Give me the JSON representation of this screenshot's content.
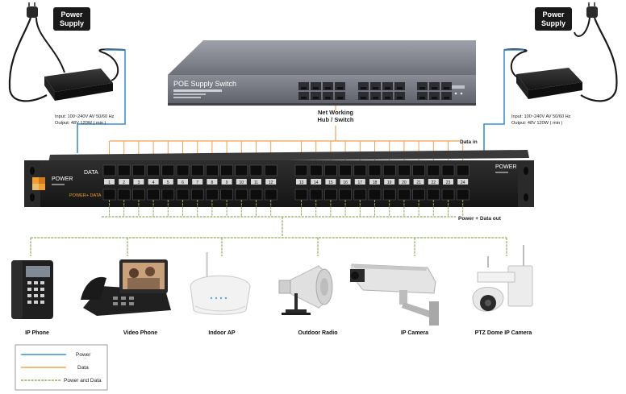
{
  "power_supply": {
    "label_line1": "Power",
    "label_line2": "Supply",
    "input_spec": "Input: 100~240V AV 50/60 Hz",
    "output_spec": "Output: 48V 120W ( min )"
  },
  "switch": {
    "label": "POE Supply Switch",
    "caption_line1": "Net Working",
    "caption_line2": "Hub / Switch"
  },
  "panel": {
    "left_label": "POWER",
    "right_label": "POWER",
    "data_label": "DATA",
    "power_data_label": "POWER+ DATA",
    "data_in_label": "Data in",
    "power_data_out_label": "Power + Data out",
    "port_numbers_left": [
      "1",
      "2",
      "3",
      "4",
      "5",
      "6",
      "7",
      "8",
      "9",
      "10",
      "11",
      "12"
    ],
    "port_numbers_right": [
      "13",
      "14",
      "15",
      "16",
      "17",
      "18",
      "19",
      "20",
      "21",
      "22",
      "23",
      "24"
    ]
  },
  "devices": [
    {
      "label": "IP Phone",
      "icon": "ip-phone-icon"
    },
    {
      "label": "Video Phone",
      "icon": "video-phone-icon"
    },
    {
      "label": "Indoor AP",
      "icon": "indoor-ap-icon"
    },
    {
      "label": "Outdoor Radio",
      "icon": "outdoor-radio-icon"
    },
    {
      "label": "IP Camera",
      "icon": "ip-camera-icon"
    },
    {
      "label": "PTZ Dome IP Camera",
      "icon": "ptz-dome-camera-icon"
    }
  ],
  "legend": [
    {
      "label": "Power",
      "color": "#3a8fd6"
    },
    {
      "label": "Data",
      "color": "#f0a050"
    },
    {
      "label": "Power and Data",
      "color": "#8fae5a"
    }
  ],
  "colors": {
    "power_line": "#3a8fd6",
    "data_line": "#f0a050",
    "power_data_line": "#8fae5a",
    "badge": "#1a1a1a",
    "panel": "#1c1c1c",
    "switch_body": "#7a7d86"
  }
}
